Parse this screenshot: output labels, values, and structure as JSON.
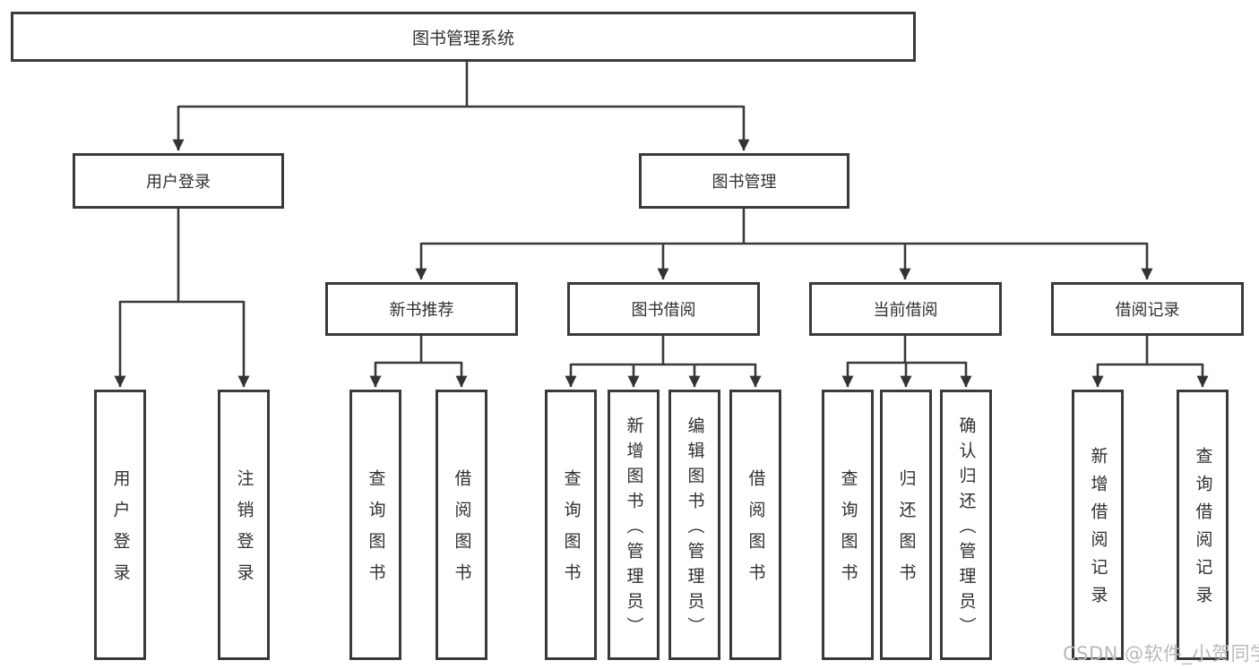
{
  "colors": {
    "line": "#3a3a3a",
    "text": "#303030",
    "watermark_color": "#b9b9b9",
    "background": "#ffffff"
  },
  "tree": {
    "root": {
      "label": "图书管理系统",
      "children": [
        {
          "label": "用户登录",
          "children": [
            {
              "label": "用户登录"
            },
            {
              "label": "注销登录"
            }
          ]
        },
        {
          "label": "图书管理",
          "children": [
            {
              "label": "新书推荐",
              "children": [
                {
                  "label": "查询图书"
                },
                {
                  "label": "借阅图书"
                }
              ]
            },
            {
              "label": "图书借阅",
              "children": [
                {
                  "label": "查询图书"
                },
                {
                  "label": "新增图书（管理员）"
                },
                {
                  "label": "编辑图书（管理员）"
                },
                {
                  "label": "借阅图书"
                }
              ]
            },
            {
              "label": "当前借阅",
              "children": [
                {
                  "label": "查询图书"
                },
                {
                  "label": "归还图书"
                },
                {
                  "label": "确认归还（管理员）"
                }
              ]
            },
            {
              "label": "借阅记录",
              "children": [
                {
                  "label": "新增借阅记录"
                },
                {
                  "label": "查询借阅记录"
                }
              ]
            }
          ]
        }
      ]
    }
  },
  "watermark": {
    "text": "CSDN @软件_小贺同学"
  }
}
